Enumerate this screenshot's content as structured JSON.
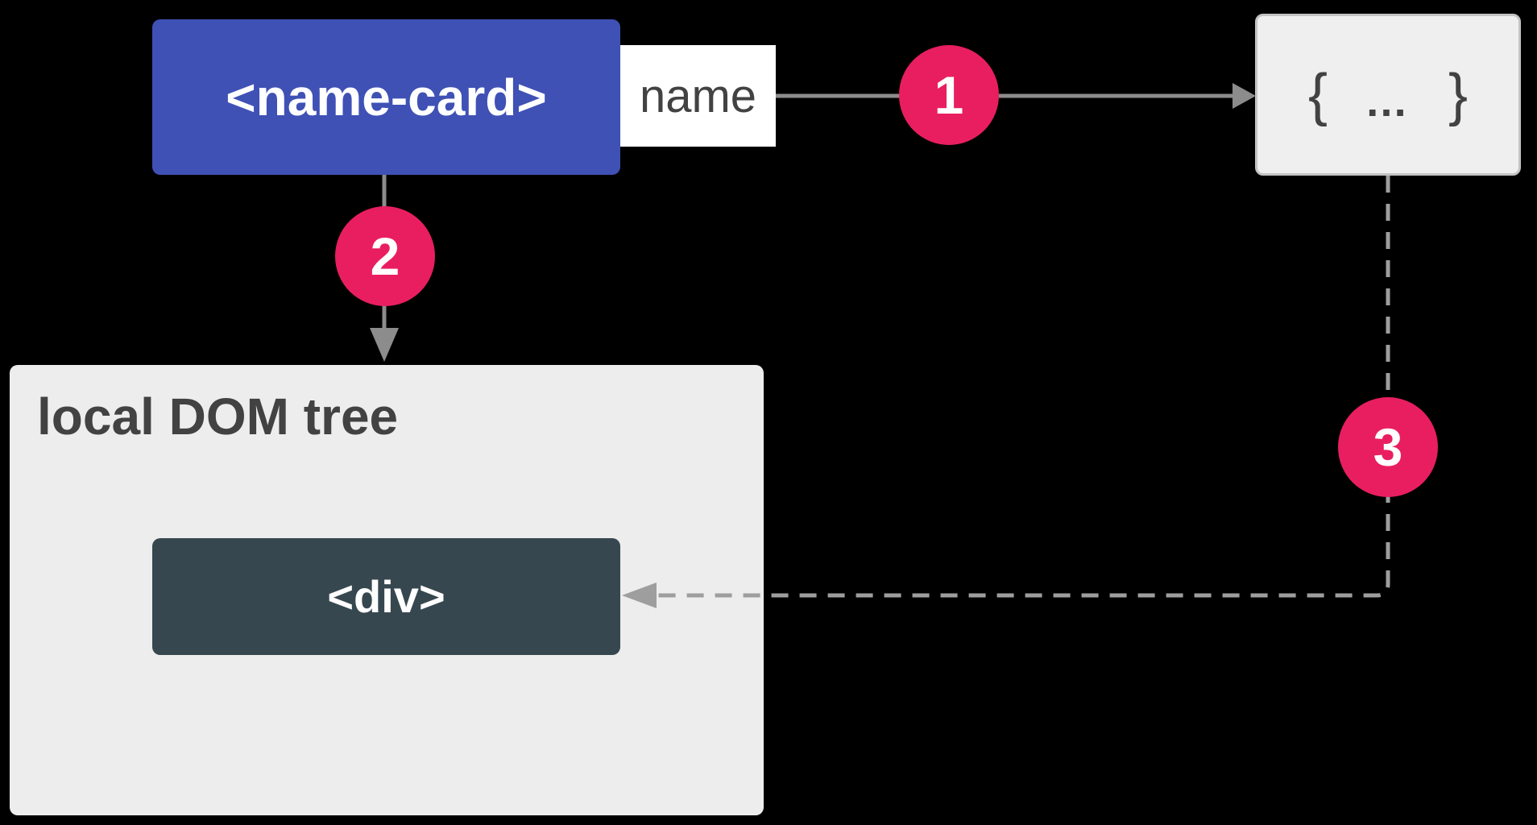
{
  "diagram": {
    "colors": {
      "page_bg": "#000000",
      "card_bg": "#3f51b5",
      "attr_bg": "#ffffff",
      "object_bg": "#efefef",
      "object_border": "#c3c3c3",
      "localdom_bg": "#ededed",
      "div_bg": "#37474f",
      "badge_bg": "#e91e60",
      "line_solid": "#8c8c8c",
      "line_dashed": "#9e9e9e",
      "text_dark": "#424242"
    },
    "name_card": {
      "label": "<name-card>"
    },
    "attribute": {
      "label": "name"
    },
    "object_box": {
      "left_brace": "{",
      "ellipsis": "…",
      "right_brace": "}"
    },
    "local_dom": {
      "label": "local DOM tree"
    },
    "div_node": {
      "label": "<div>"
    },
    "badges": {
      "items": [
        {
          "number": "1"
        },
        {
          "number": "2"
        },
        {
          "number": "3"
        }
      ]
    }
  }
}
